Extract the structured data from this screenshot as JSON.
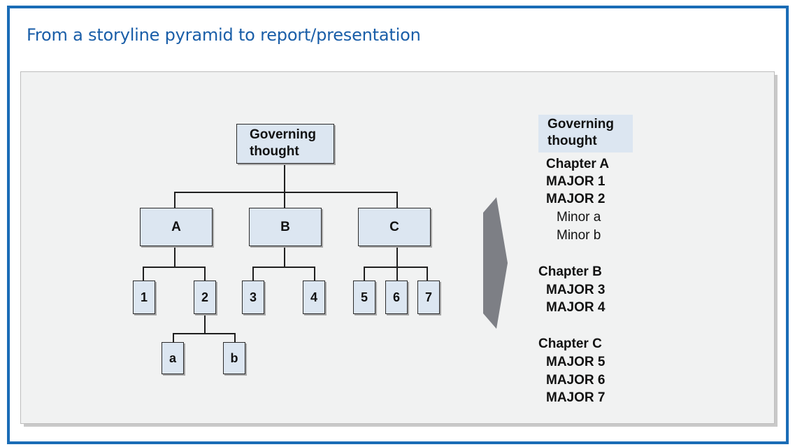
{
  "title": "From a storyline pyramid to report/presentation",
  "pyramid": {
    "root": "Governing thought",
    "chapters": [
      {
        "label": "A",
        "children": [
          "1",
          "2"
        ]
      },
      {
        "label": "B",
        "children": [
          "3",
          "4"
        ]
      },
      {
        "label": "C",
        "children": [
          "5",
          "6",
          "7"
        ]
      }
    ],
    "sub_of_2": [
      "a",
      "b"
    ]
  },
  "outline": {
    "head": "Governing thought",
    "items": [
      "Chapter A",
      "MAJOR 1",
      "MAJOR 2",
      "Minor a",
      "Minor b",
      "Chapter B",
      "MAJOR 3",
      "MAJOR 4",
      "Chapter C",
      "MAJOR 5",
      "MAJOR 6",
      "MAJOR 7"
    ]
  },
  "colors": {
    "frame": "#1a6cb6",
    "title": "#1a5ea8",
    "box_fill": "#dce6f1",
    "panel": "#f1f2f2",
    "arrow": "#7d7f85"
  }
}
